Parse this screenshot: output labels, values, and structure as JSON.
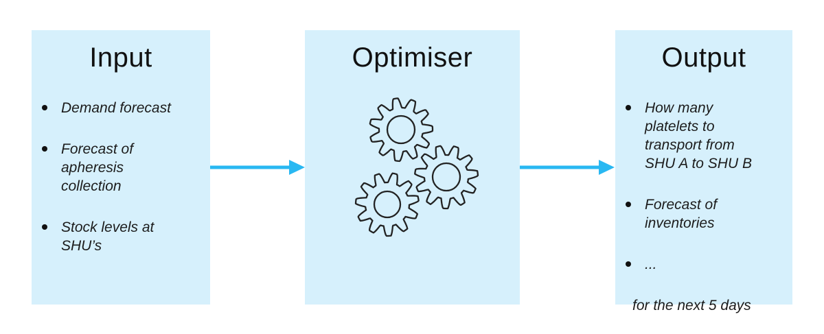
{
  "colors": {
    "box_fill": "#d6f0fc",
    "arrow_blue": "#29b8f2",
    "outline_dark": "#222222",
    "text": "#1c1c1c"
  },
  "boxes": {
    "input": {
      "title": "Input",
      "bullets": [
        "Demand forecast",
        "Forecast of apheresis collection",
        "Stock levels at SHU’s"
      ]
    },
    "optimiser": {
      "title": "Optimiser",
      "icon": "gears-icon"
    },
    "output": {
      "title": "Output",
      "bullets": [
        "How many platelets to transport from SHU A to SHU B",
        "Forecast of inventories",
        "..."
      ],
      "footnote": "for the next 5 days"
    }
  },
  "arrows": [
    {
      "from": "input",
      "to": "optimiser"
    },
    {
      "from": "optimiser",
      "to": "output"
    }
  ]
}
